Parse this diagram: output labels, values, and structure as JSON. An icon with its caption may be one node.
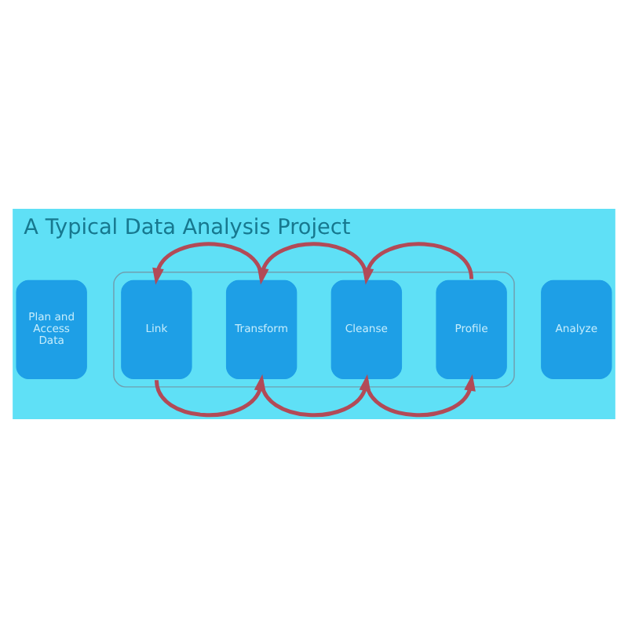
{
  "diagram": {
    "title": "A Typical Data Analysis Project",
    "nodes": [
      {
        "text": [
          "Plan and Access Data"
        ]
      },
      {
        "text": [],
        "shape": "box"
      },
      {
        "text": [
          "Link"
        ],
        "in": 1
      },
      {
        "text": [
          "Transform"
        ],
        "in": 1
      },
      {
        "text": [
          "Cleanse"
        ],
        "in": 1
      },
      {
        "text": [
          "Profile"
        ],
        "in": 1
      },
      {
        "text": [
          "Analyze"
        ]
      }
    ],
    "edges": [
      {
        "from": 3,
        "to": 2,
        "arrow": "to"
      },
      {
        "from": 4,
        "to": 3,
        "arrow": "to"
      },
      {
        "from": 5,
        "to": 4,
        "arrow": "to"
      },
      {
        "from": 2,
        "to": 3,
        "arrow": "to"
      },
      {
        "from": 3,
        "to": 4,
        "arrow": "to"
      },
      {
        "from": 4,
        "to": 5,
        "arrow": "to"
      }
    ]
  }
}
